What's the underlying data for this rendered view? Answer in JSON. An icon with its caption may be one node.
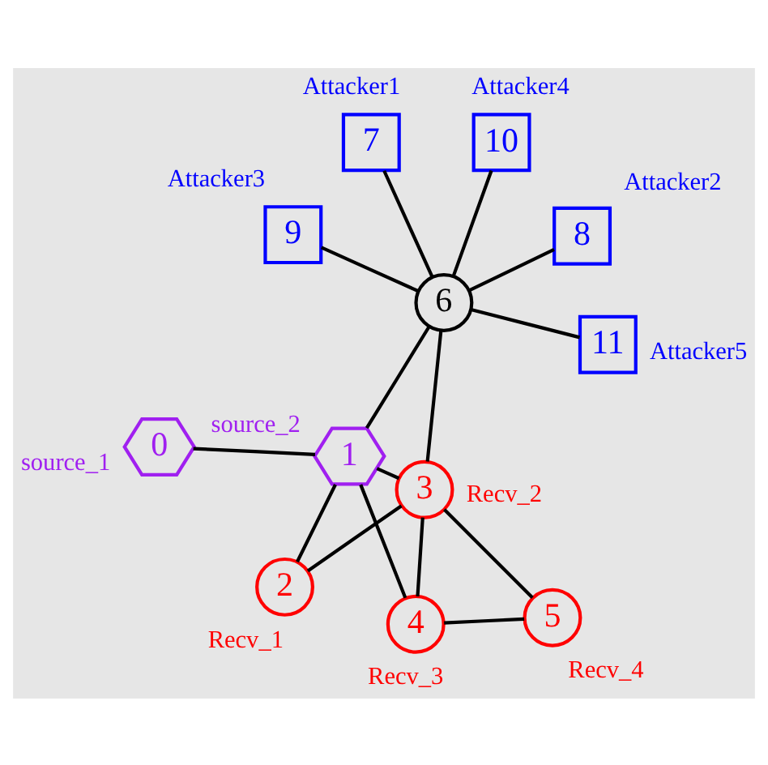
{
  "diagram": {
    "nodes": [
      {
        "text": [
          "0"
        ],
        "beside": [
          "source_1"
        ]
      },
      {
        "text": [
          "1"
        ],
        "beside": [
          "source_2"
        ]
      },
      {
        "text": [
          "2"
        ],
        "beside": [
          "Recv_1"
        ]
      },
      {
        "text": [
          "3"
        ],
        "beside": [
          "Recv_2"
        ]
      },
      {
        "text": [
          "4"
        ],
        "beside": [
          "Recv_3"
        ]
      },
      {
        "text": [
          "5"
        ],
        "beside": [
          "Recv_4"
        ]
      },
      {
        "text": [
          "6"
        ]
      },
      {
        "text": [
          "7"
        ],
        "beside": [
          "Attacker1"
        ]
      },
      {
        "text": [
          "8"
        ],
        "beside": [
          "Attacker2"
        ]
      },
      {
        "text": [
          "9"
        ],
        "beside": [
          "Attacker3"
        ]
      },
      {
        "text": [
          "10"
        ],
        "beside": [
          "Attacker4"
        ]
      },
      {
        "text": [
          "11"
        ],
        "beside": [
          "Attacker5"
        ]
      }
    ],
    "edges": [
      {
        "from": 0,
        "to": 1,
        "arrow": "none"
      },
      {
        "from": 1,
        "to": 4,
        "arrow": "none"
      },
      {
        "from": 1,
        "to": 2,
        "arrow": "none"
      },
      {
        "from": 1,
        "to": 3,
        "arrow": "none"
      },
      {
        "from": 1,
        "to": 6,
        "arrow": "none"
      },
      {
        "from": 4,
        "to": 5,
        "arrow": "none"
      },
      {
        "from": 4,
        "to": 3,
        "arrow": "none"
      },
      {
        "from": 5,
        "to": 3,
        "arrow": "none"
      },
      {
        "from": 2,
        "to": 3,
        "arrow": "none"
      },
      {
        "from": 6,
        "to": 3,
        "arrow": "none"
      },
      {
        "from": 6,
        "to": 8,
        "arrow": "none"
      },
      {
        "from": 6,
        "to": 7,
        "arrow": "none"
      },
      {
        "from": 6,
        "to": 11,
        "arrow": "none"
      },
      {
        "from": 6,
        "to": 10,
        "arrow": "none"
      },
      {
        "from": 6,
        "to": 9,
        "arrow": "none"
      }
    ]
  }
}
